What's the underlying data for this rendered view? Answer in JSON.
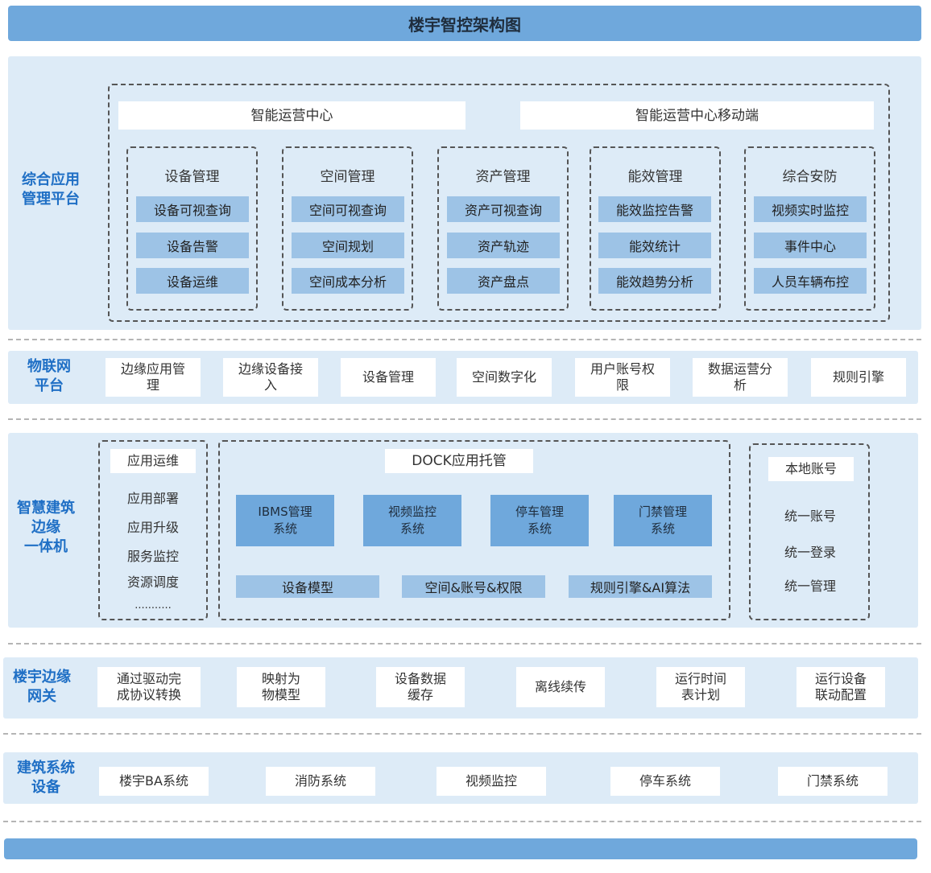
{
  "title": "楼宇智控架构图",
  "layers": {
    "app": {
      "label": "综合应用\n管理平台",
      "centers": [
        "智能运营中心",
        "智能运营中心移动端"
      ],
      "groups": [
        {
          "title": "设备管理",
          "items": [
            "设备可视查询",
            "设备告警",
            "设备运维"
          ]
        },
        {
          "title": "空间管理",
          "items": [
            "空间可视查询",
            "空间规划",
            "空间成本分析"
          ]
        },
        {
          "title": "资产管理",
          "items": [
            "资产可视查询",
            "资产轨迹",
            "资产盘点"
          ]
        },
        {
          "title": "能效管理",
          "items": [
            "能效监控告警",
            "能效统计",
            "能效趋势分析"
          ]
        },
        {
          "title": "综合安防",
          "items": [
            "视频实时监控",
            "事件中心",
            "人员车辆布控"
          ]
        }
      ]
    },
    "iot": {
      "label": "物联网\n平台",
      "items": [
        "边缘应用管\n理",
        "边缘设备接\n入",
        "设备管理",
        "空间数字化",
        "用户账号权\n限",
        "数据运营分\n析",
        "规则引擎"
      ]
    },
    "edge": {
      "label": "智慧建筑\n边缘\n一体机",
      "ops": {
        "title": "应用运维",
        "items": [
          "应用部署",
          "应用升级",
          "服务监控",
          "资源调度",
          "..........."
        ]
      },
      "dock": {
        "title": "DOCK应用托管",
        "systems": [
          "IBMS管理\n系统",
          "视频监控\n系统",
          "停车管理\n系统",
          "门禁管理\n系统"
        ],
        "bases": [
          "设备模型",
          "空间&账号&权限",
          "规则引擎&AI算法"
        ]
      },
      "account": {
        "title": "本地账号",
        "items": [
          "统一账号",
          "统一登录",
          "统一管理"
        ]
      }
    },
    "gateway": {
      "label": "楼宇边缘\n网关",
      "items": [
        "通过驱动完\n成协议转换",
        "映射为\n物模型",
        "设备数据\n缓存",
        "离线续传",
        "运行时间\n表计划",
        "运行设备\n联动配置"
      ]
    },
    "devices": {
      "label": "建筑系统\n设备",
      "items": [
        "楼宇BA系统",
        "消防系统",
        "视频监控",
        "停车系统",
        "门禁系统"
      ]
    }
  },
  "colors": {
    "header": "#6fa8dc",
    "layer_bg": "#ddebf7",
    "label_text": "#1f6fc5",
    "light_box": "#9dc3e6",
    "mid_box": "#6fa8dc"
  }
}
